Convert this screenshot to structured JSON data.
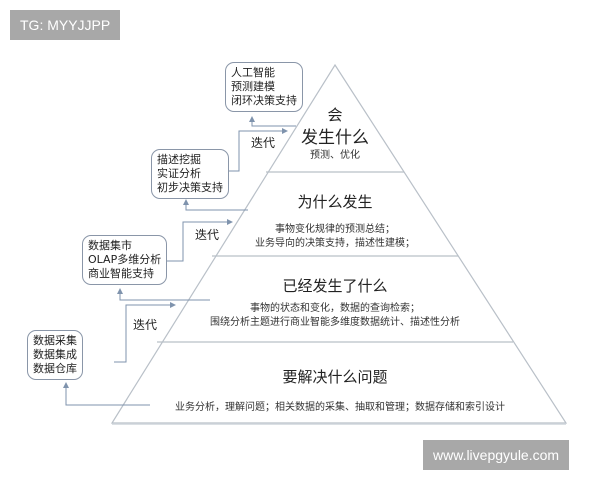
{
  "watermarks": {
    "top": "TG: MYYJJPP",
    "bottom": "www.livepgyule.com"
  },
  "pyramid": {
    "levels": [
      {
        "title_line1": "会",
        "title_line2": "发生什么",
        "desc": [
          "预测、优化"
        ]
      },
      {
        "title": "为什么发生",
        "desc": [
          "事物变化规律的预测总结；",
          "业务导向的决策支持，描述性建模；"
        ]
      },
      {
        "title": "已经发生了什么",
        "desc": [
          "事物的状态和变化，数据的查询检索；",
          "围绕分析主题进行商业智能多维度数据统计、描述性分析"
        ]
      },
      {
        "title": "要解决什么问题",
        "desc": [
          "业务分析，理解问题；相关数据的采集、抽取和管理；数据存储和索引设计"
        ]
      }
    ],
    "colors": {
      "edge": "#b9c0c8",
      "connector": "#7f93ad"
    }
  },
  "boxes": [
    {
      "lines": [
        "人工智能",
        "预测建模",
        "闭环决策支持"
      ]
    },
    {
      "lines": [
        "描述挖掘",
        "实证分析",
        "初步决策支持"
      ]
    },
    {
      "lines": [
        "数据集市",
        "OLAP多维分析",
        "商业智能支持"
      ]
    },
    {
      "lines": [
        "数据采集",
        "数据集成",
        "数据仓库"
      ]
    }
  ],
  "iteration_label": "迭代"
}
